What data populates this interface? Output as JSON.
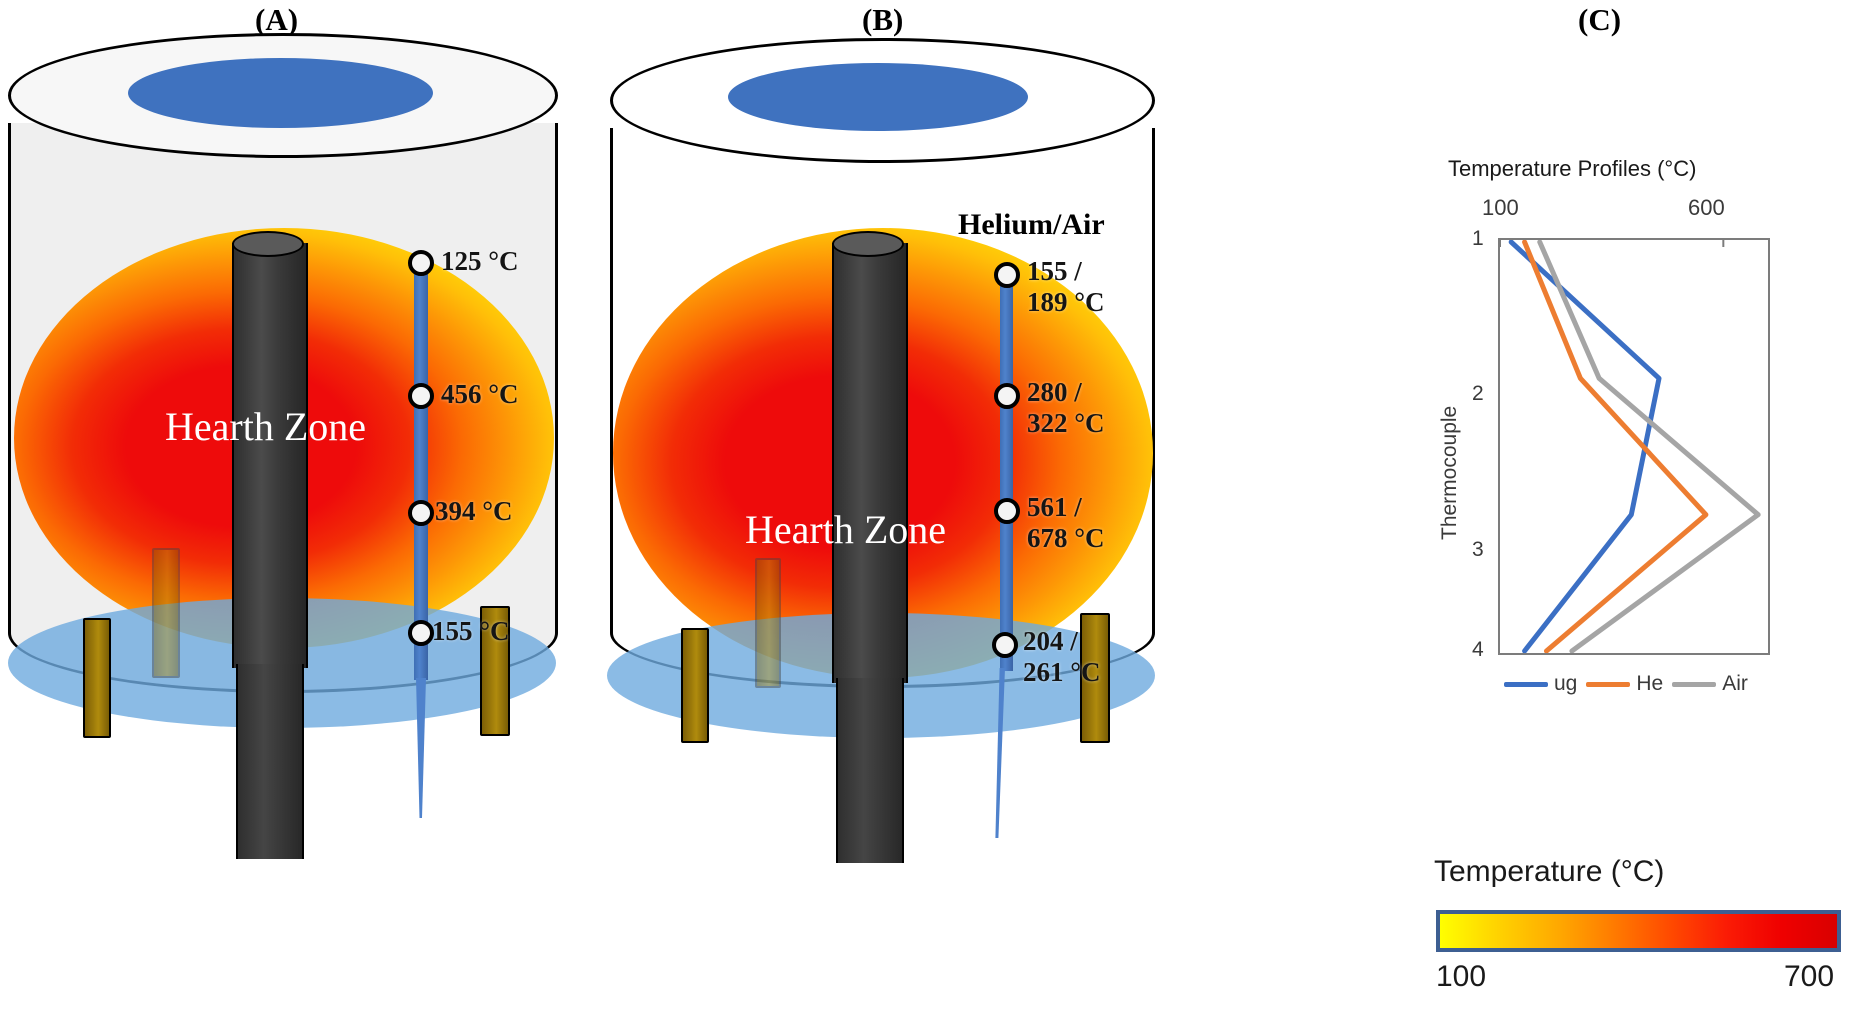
{
  "figure": {
    "panels": [
      {
        "id": "A",
        "label": "(A)"
      },
      {
        "id": "B",
        "label": "(B)"
      },
      {
        "id": "C",
        "label": "(C)"
      }
    ]
  },
  "panel_a": {
    "label": "(A)",
    "hearth_text": "Hearth Zone",
    "readings": [
      {
        "value": "125 °C"
      },
      {
        "value": "456 °C"
      },
      {
        "value": "394 °C"
      },
      {
        "value": "155 °C"
      }
    ]
  },
  "panel_b": {
    "label": "(B)",
    "gas_label": "Helium/Air",
    "hearth_text": "Hearth Zone",
    "readings": [
      {
        "line1": "155 /",
        "line2": "189 °C"
      },
      {
        "line1": "280 /",
        "line2": "322 °C"
      },
      {
        "line1": "561 /",
        "line2": "678 °C"
      },
      {
        "line1": "204 /",
        "line2": "261 °C"
      }
    ]
  },
  "panel_c": {
    "label": "(C)",
    "colorbar": {
      "title": "Temperature (°C)",
      "min_label": "100",
      "max_label": "700",
      "min_color": "#ffff00",
      "max_color": "#d90000"
    }
  },
  "chart_data": {
    "type": "line",
    "title": "Temperature  Profiles (°C)",
    "xlabel": "",
    "ylabel": "Thermocouple",
    "orientation": "horizontal-value-vertical-category",
    "x_ticks": [
      "100",
      "600"
    ],
    "x_tick_values": [
      100,
      600
    ],
    "xlim": [
      100,
      700
    ],
    "y_ticks": [
      "1",
      "2",
      "3",
      "4"
    ],
    "y_tick_values": [
      1,
      2,
      3,
      4
    ],
    "ylim": [
      1,
      4
    ],
    "grid": false,
    "legend_position": "bottom",
    "categories": [
      1,
      2,
      3,
      4
    ],
    "series": [
      {
        "name": "ug",
        "color": "#3b6fc4",
        "values": [
          125,
          456,
          394,
          155
        ]
      },
      {
        "name": "He",
        "color": "#ed7d31",
        "values": [
          155,
          280,
          561,
          204
        ]
      },
      {
        "name": "Air",
        "color": "#a5a5a5",
        "values": [
          189,
          322,
          678,
          261
        ]
      }
    ]
  }
}
